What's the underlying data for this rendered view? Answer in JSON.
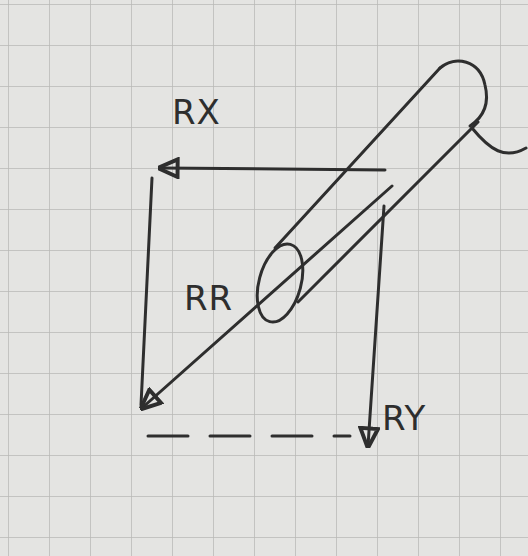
{
  "diagram": {
    "labels": [
      "RX",
      "RR",
      "RY"
    ]
  }
}
